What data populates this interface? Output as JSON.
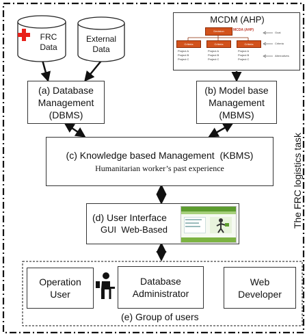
{
  "sources": {
    "frc": "FRC\nData",
    "external": "External\nData"
  },
  "mcdm": {
    "title": "MCDM (AHP)",
    "chart_title": "MCDA (AHP)",
    "top_node": "Decision",
    "criteria": [
      "Criteria",
      "Criteria",
      "Criteria"
    ],
    "projects": [
      "Project A",
      "Project B",
      "Project C"
    ],
    "side_labels": [
      "Goal",
      "Criteria",
      "Alternatives"
    ]
  },
  "dbms": {
    "line1": "(a) Database",
    "line2": "Management",
    "line3": "(DBMS)"
  },
  "mbms": {
    "line1": "(b) Model base",
    "line2": "Management",
    "line3": "(MBMS)"
  },
  "kbms": {
    "title": "(c) Knowledge based Management  (KBMS)",
    "subtitle": "Humanitarian worker’s  past experience"
  },
  "ui": {
    "title": "(d) User Interface",
    "subtitle": "GUI  Web-Based"
  },
  "users": {
    "group_label": "(e) Group of users",
    "operation": "Operation\nUser",
    "dba": "Database\nAdministrator",
    "web": "Web\nDeveloper"
  },
  "side_task": "The FRC  logistics task",
  "colors": {
    "cross": "#e8211a",
    "node_fill": "#d2521c",
    "node_border": "#8b2a05",
    "web_green": "#7cb342"
  }
}
